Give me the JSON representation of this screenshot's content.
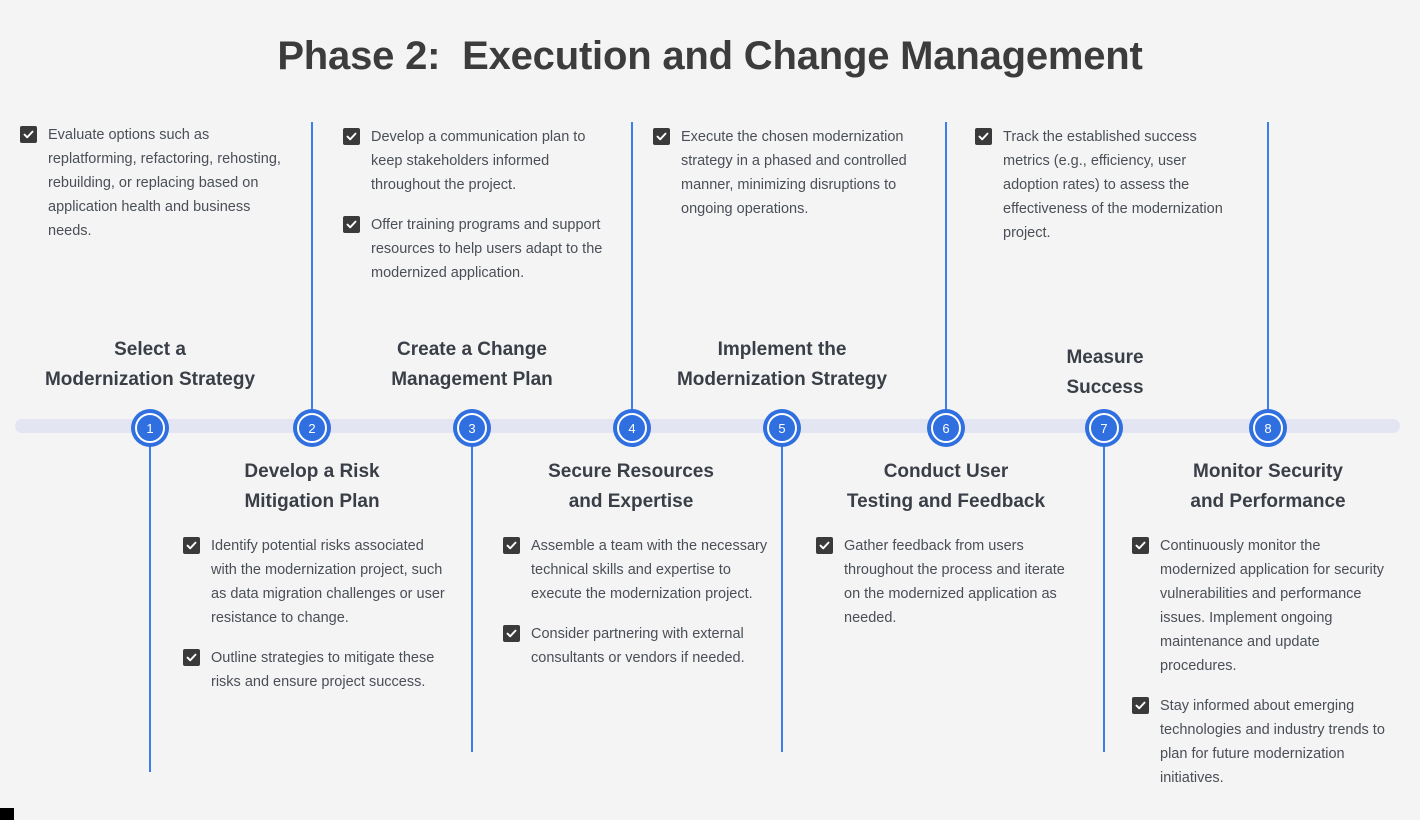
{
  "title": "Phase 2:  Execution and Change Management",
  "colors": {
    "accent": "#2f6fe0",
    "connector": "#3b7dea",
    "timeline_bar": "#e3e5f3",
    "background": "#f4f4f4",
    "heading_text": "#3a3f47",
    "body_text": "#4a4f57",
    "checkbox": "#3a3a3a"
  },
  "steps": [
    {
      "number": "1",
      "title": "Select a\nModernization Strategy",
      "position": "above",
      "bullets": [
        "Evaluate options such as replatforming, refactoring, rehosting, rebuilding, or replacing based on application health and business needs."
      ]
    },
    {
      "number": "2",
      "title": "Develop a Risk\nMitigation Plan",
      "position": "below",
      "bullets": [
        "Identify potential risks associated with the modernization project, such as data migration challenges or user resistance to change.",
        "Outline strategies to mitigate these risks and ensure project success."
      ]
    },
    {
      "number": "3",
      "title": "Create a Change\nManagement Plan",
      "position": "above",
      "bullets": [
        "Develop a communication plan to keep stakeholders informed throughout the project.",
        "Offer training programs and support resources to help users adapt to the modernized application."
      ]
    },
    {
      "number": "4",
      "title": "Secure Resources\nand Expertise",
      "position": "below",
      "bullets": [
        "Assemble a team with the necessary technical skills and expertise to execute the modernization project.",
        "Consider partnering with external consultants or vendors if needed."
      ]
    },
    {
      "number": "5",
      "title": "Implement the\nModernization Strategy",
      "position": "above",
      "bullets": [
        "Execute the chosen modernization strategy in a phased and controlled manner, minimizing disruptions to ongoing operations."
      ]
    },
    {
      "number": "6",
      "title": "Conduct User\nTesting and Feedback",
      "position": "below",
      "bullets": [
        "Gather feedback from users throughout the process and iterate on the modernized application as needed."
      ]
    },
    {
      "number": "7",
      "title": "Measure\nSuccess",
      "position": "above",
      "bullets": [
        "Track the established success metrics (e.g., efficiency, user adoption rates) to assess the effectiveness of the modernization project."
      ]
    },
    {
      "number": "8",
      "title": "Monitor Security\nand Performance",
      "position": "below",
      "bullets": [
        "Continuously monitor the modernized application for security vulnerabilities and performance issues. Implement ongoing maintenance and update procedures.",
        "Stay informed about emerging technologies and industry trends to plan for future modernization initiatives."
      ]
    }
  ]
}
